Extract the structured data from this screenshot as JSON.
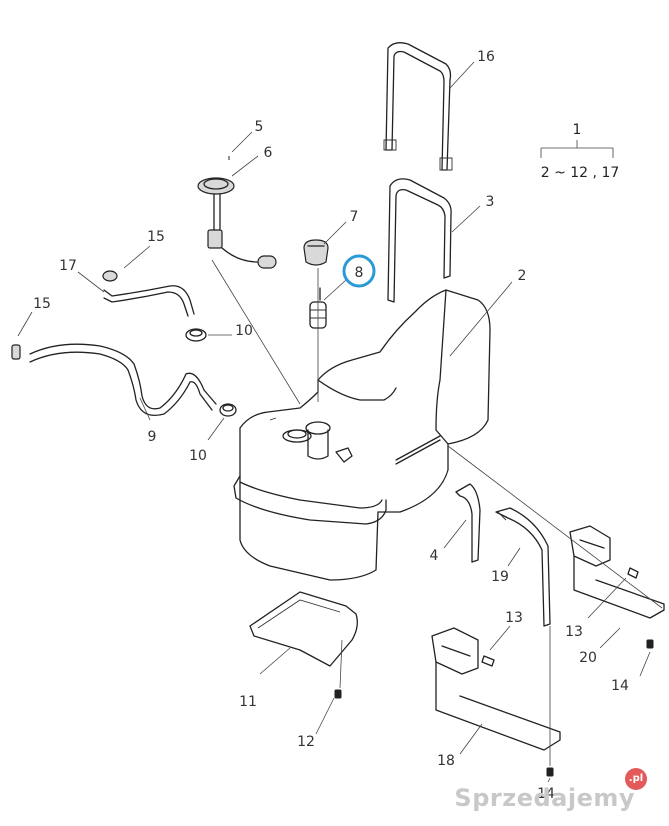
{
  "assembly": {
    "parent": "1",
    "children": "2 ~ 12 , 17"
  },
  "callouts": {
    "c16": "16",
    "c5": "5",
    "c6": "6",
    "c3": "3",
    "c7": "7",
    "c8": "8",
    "c2": "2",
    "c15a": "15",
    "c17": "17",
    "c15b": "15",
    "c10a": "10",
    "c9": "9",
    "c10b": "10",
    "c4": "4",
    "c19": "19",
    "c13a": "13",
    "c13b": "13",
    "c20": "20",
    "c14a": "14",
    "c11": "11",
    "c12": "12",
    "c18": "18",
    "c14b": "14"
  },
  "highlight": {
    "target": "8",
    "color": "#2b9bd6"
  },
  "watermark": {
    "text": "Sprzedajemy",
    "badge": ".pl"
  }
}
